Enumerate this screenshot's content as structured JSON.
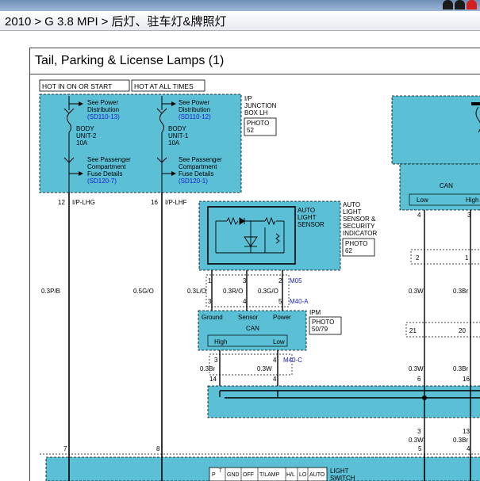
{
  "breadcrumb": {
    "year": "2010",
    "model": "G 3.8 MPI",
    "section": "后灯、驻车灯&牌照灯"
  },
  "diagram": {
    "title": "Tail, Parking & License Lamps (1)",
    "hot_labels": [
      "HOT IN ON OR START",
      "HOT AT ALL TIMES"
    ],
    "junction_box": {
      "name": [
        "I/P",
        "JUNCTION",
        "BOX LH"
      ],
      "photo": [
        "PHOTO",
        "52"
      ],
      "fuse_left": {
        "top_text": [
          "See Power",
          "Distribution"
        ],
        "top_ref": "(SD110-13)",
        "fuse": [
          "BODY",
          "UNIT-2",
          "10A"
        ],
        "bottom_text": [
          "See Passenger",
          "Compartment",
          "Fuse Details"
        ],
        "bottom_ref": "(SD120-7)"
      },
      "fuse_right": {
        "top_text": [
          "See Power",
          "Distribution"
        ],
        "top_ref": "(SD110-12)",
        "fuse": [
          "BODY",
          "UNIT-1",
          "10A"
        ],
        "bottom_text": [
          "See Passenger",
          "Compartment",
          "Fuse Details"
        ],
        "bottom_ref": "(SD120-1)"
      },
      "pins": [
        {
          "pin": "12",
          "conn": "I/P-LHG"
        },
        {
          "pin": "16",
          "conn": "I/P-LHF"
        }
      ]
    },
    "auto_light_sensor": {
      "inner_label": [
        "AUTO",
        "LIGHT",
        "SENSOR"
      ],
      "outer_label": [
        "AUTO",
        "LIGHT",
        "SENSOR &",
        "SECURITY",
        "INDICATOR"
      ],
      "photo": [
        "PHOTO",
        "62"
      ],
      "pins": [
        "1",
        "3",
        "2"
      ],
      "connector": "M05"
    },
    "ipm": {
      "label": "IPM",
      "photo": [
        "PHOTO",
        "50/79"
      ],
      "top_ports": [
        "Ground",
        "Sensor",
        "Power"
      ],
      "top_pins": [
        "3",
        "4",
        "5"
      ],
      "top_connector": "M40-A",
      "can_label": "CAN",
      "can_ports": [
        "High",
        "Low"
      ],
      "bottom_pins": [
        "3",
        "4"
      ],
      "bottom_connector": "M40-C"
    },
    "wires": {
      "lhg": "0.3P/B",
      "lhf": "0.5G/O",
      "sensor": [
        "0.3L/O",
        "0.3R/O",
        "0.3G/O"
      ],
      "can_left": [
        "0.3Br",
        "0.3W"
      ],
      "can_right_upper": [
        "0.3W",
        "0.3Br"
      ],
      "can_right_middle": [
        "0.3W",
        "0.3Br"
      ],
      "can_right_lower": [
        "0.3W",
        "0.3Br"
      ]
    },
    "right_module": {
      "can_label": "CAN",
      "ports": [
        "Low",
        "High"
      ],
      "pins_top": [
        "4",
        "3"
      ],
      "pins_mid": [
        "2",
        "1"
      ],
      "pins_low": [
        "21",
        "20"
      ]
    },
    "can_splice": {
      "left_pins": [
        "14",
        "4"
      ],
      "right_pins_top": [
        "6",
        "16"
      ],
      "right_pins_bottom": [
        "3",
        "13"
      ],
      "right_pins_end": [
        "5",
        "4"
      ]
    },
    "bottom_pins": [
      "7",
      "8"
    ],
    "light_switch": {
      "label": [
        "LIGHT",
        "SWITCH"
      ],
      "positions": [
        "P",
        "T",
        "GND",
        "OFF",
        "T/LAMP",
        "H/L",
        "LO",
        "AUTO"
      ]
    },
    "colors": {
      "component_fill": "#5bbfd6",
      "reference_blue": "#1a22c8",
      "wire": "#000000"
    }
  }
}
